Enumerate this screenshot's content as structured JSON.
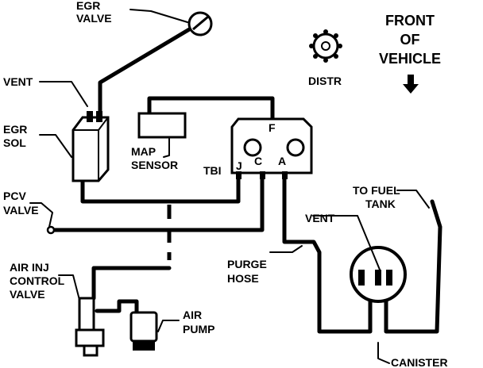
{
  "labels": {
    "egr_valve": [
      "EGR",
      "VALVE"
    ],
    "vent_left": "VENT",
    "egr_sol": [
      "EGR",
      "SOL"
    ],
    "pcv_valve": [
      "PCV",
      "VALVE"
    ],
    "map_sensor": [
      "MAP",
      "SENSOR"
    ],
    "tbi": "TBI",
    "tbi_ports": {
      "j": "J",
      "c": "C",
      "a": "A",
      "f": "F"
    },
    "distr": "DISTR",
    "front_of_vehicle": [
      "FRONT",
      "OF",
      "VEHICLE"
    ],
    "to_fuel_tank": [
      "TO FUEL",
      "TANK"
    ],
    "vent_right": "VENT",
    "purge_hose": [
      "PURGE",
      "HOSE"
    ],
    "canister": "CANISTER",
    "air_inj_control_valve": [
      "AIR INJ",
      "CONTROL",
      "VALVE"
    ],
    "air_pump": [
      "AIR",
      "PUMP"
    ]
  }
}
